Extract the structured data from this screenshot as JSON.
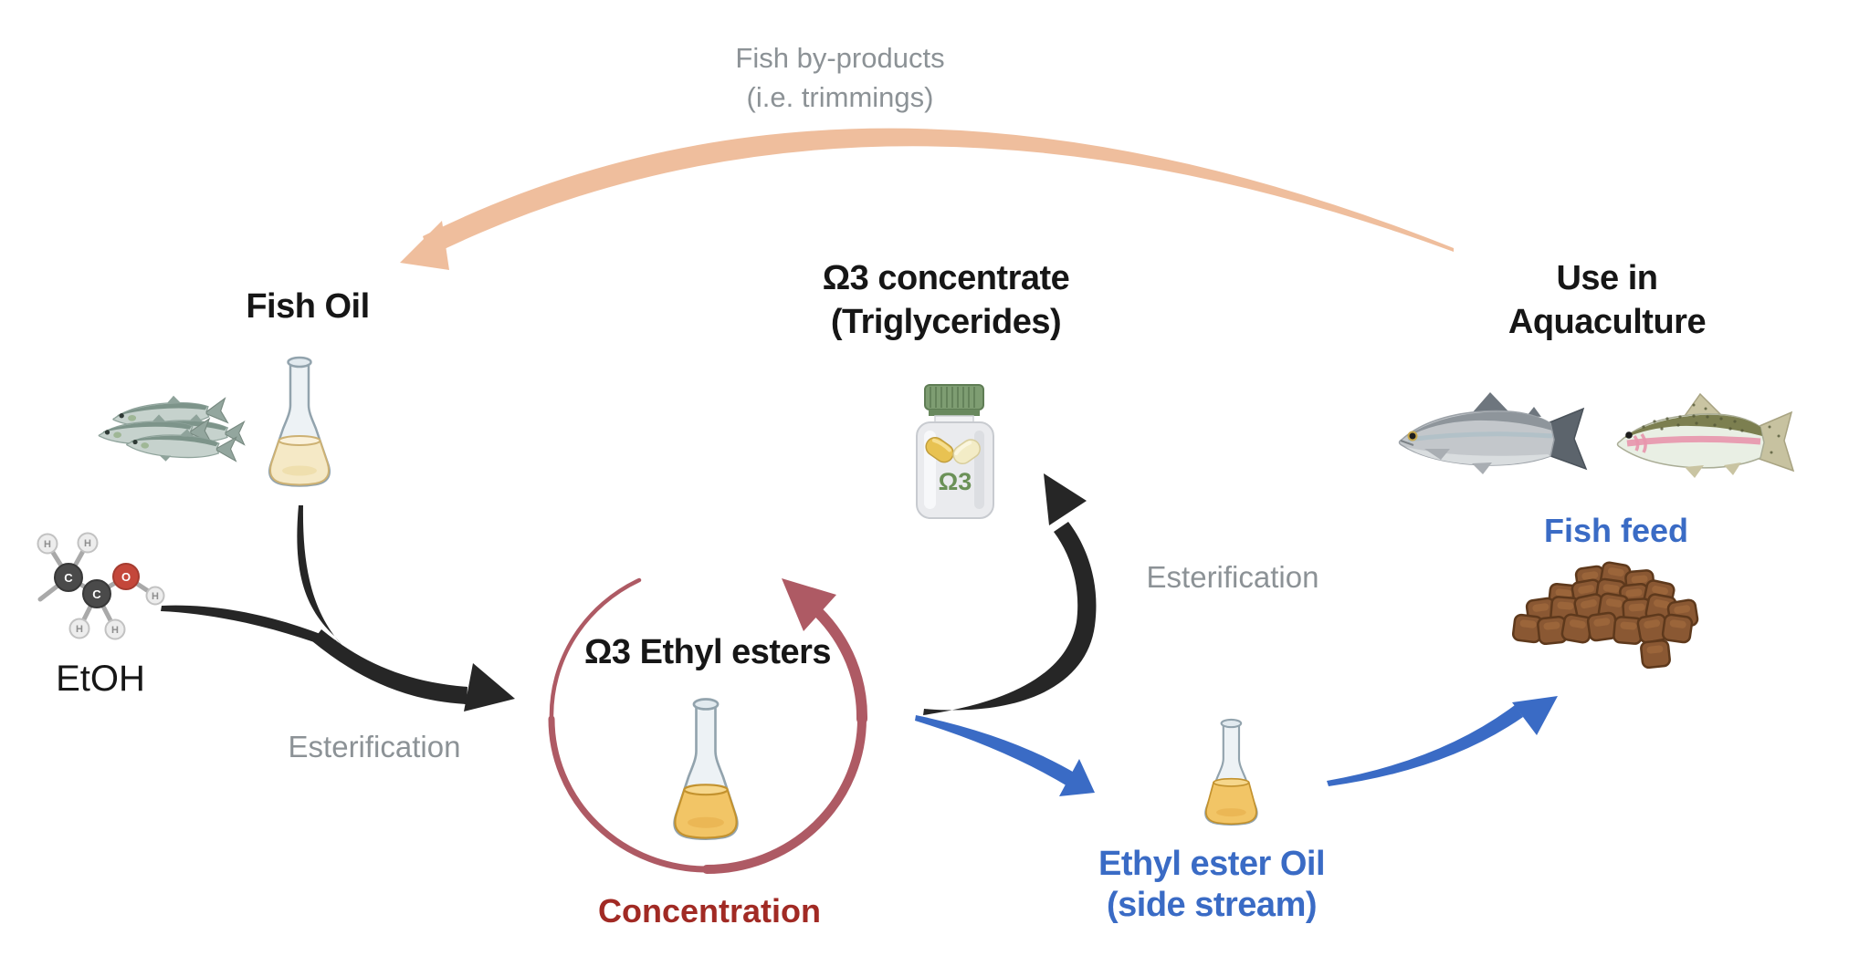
{
  "labels": {
    "byproducts_line1": "Fish by-products",
    "byproducts_line2": "(i.e. trimmings)",
    "fish_oil": "Fish Oil",
    "etoh": "EtOH",
    "esterification_left": "Esterification",
    "ethyl_esters": "Ω3 Ethyl esters",
    "concentration": "Concentration",
    "concentrate_line1": "Ω3 concentrate",
    "concentrate_line2": "(Triglycerides)",
    "esterification_right": "Esterification",
    "aquaculture_line1": "Use in",
    "aquaculture_line2": "Aquaculture",
    "fish_feed": "Fish feed",
    "ethyl_ester_oil_line1": "Ethyl ester Oil",
    "ethyl_ester_oil_line2": "(side stream)",
    "bottle_label": "Ω3"
  },
  "molecule": {
    "carbon_label": "C",
    "oxygen_label": "O",
    "hydrogen_label": "H"
  },
  "colors": {
    "peach_arrow": "#EFBE9D",
    "black_arrow": "#262626",
    "maroon_arrow": "#AE5A64",
    "concentration_text": "#A12A24",
    "blue_accent": "#3A6BC5",
    "gray_text": "#8C9296",
    "bottle_cap_green": "#7E9D72",
    "omega3_green": "#6B9157",
    "pellet_brown": "#8A5833",
    "fish_oil_liquid": "#F5E9C6",
    "ester_oil_liquid": "#F2C566"
  },
  "flows": [
    {
      "from": "Use in Aquaculture",
      "to": "Fish Oil",
      "label": "Fish by-products (i.e. trimmings)",
      "color": "peach"
    },
    {
      "from": "Fish Oil + EtOH",
      "to": "Ω3 Ethyl esters",
      "label": "Esterification",
      "color": "black"
    },
    {
      "from": "Ω3 Ethyl esters",
      "to": "Ω3 Ethyl esters",
      "label": "Concentration",
      "color": "maroon"
    },
    {
      "from": "Ω3 Ethyl esters",
      "to": "Ω3 concentrate (Triglycerides)",
      "label": "Esterification",
      "color": "black"
    },
    {
      "from": "Ω3 Ethyl esters",
      "to": "Ethyl ester Oil (side stream)",
      "label": "",
      "color": "blue"
    },
    {
      "from": "Ethyl ester Oil (side stream)",
      "to": "Fish feed",
      "label": "",
      "color": "blue"
    }
  ]
}
